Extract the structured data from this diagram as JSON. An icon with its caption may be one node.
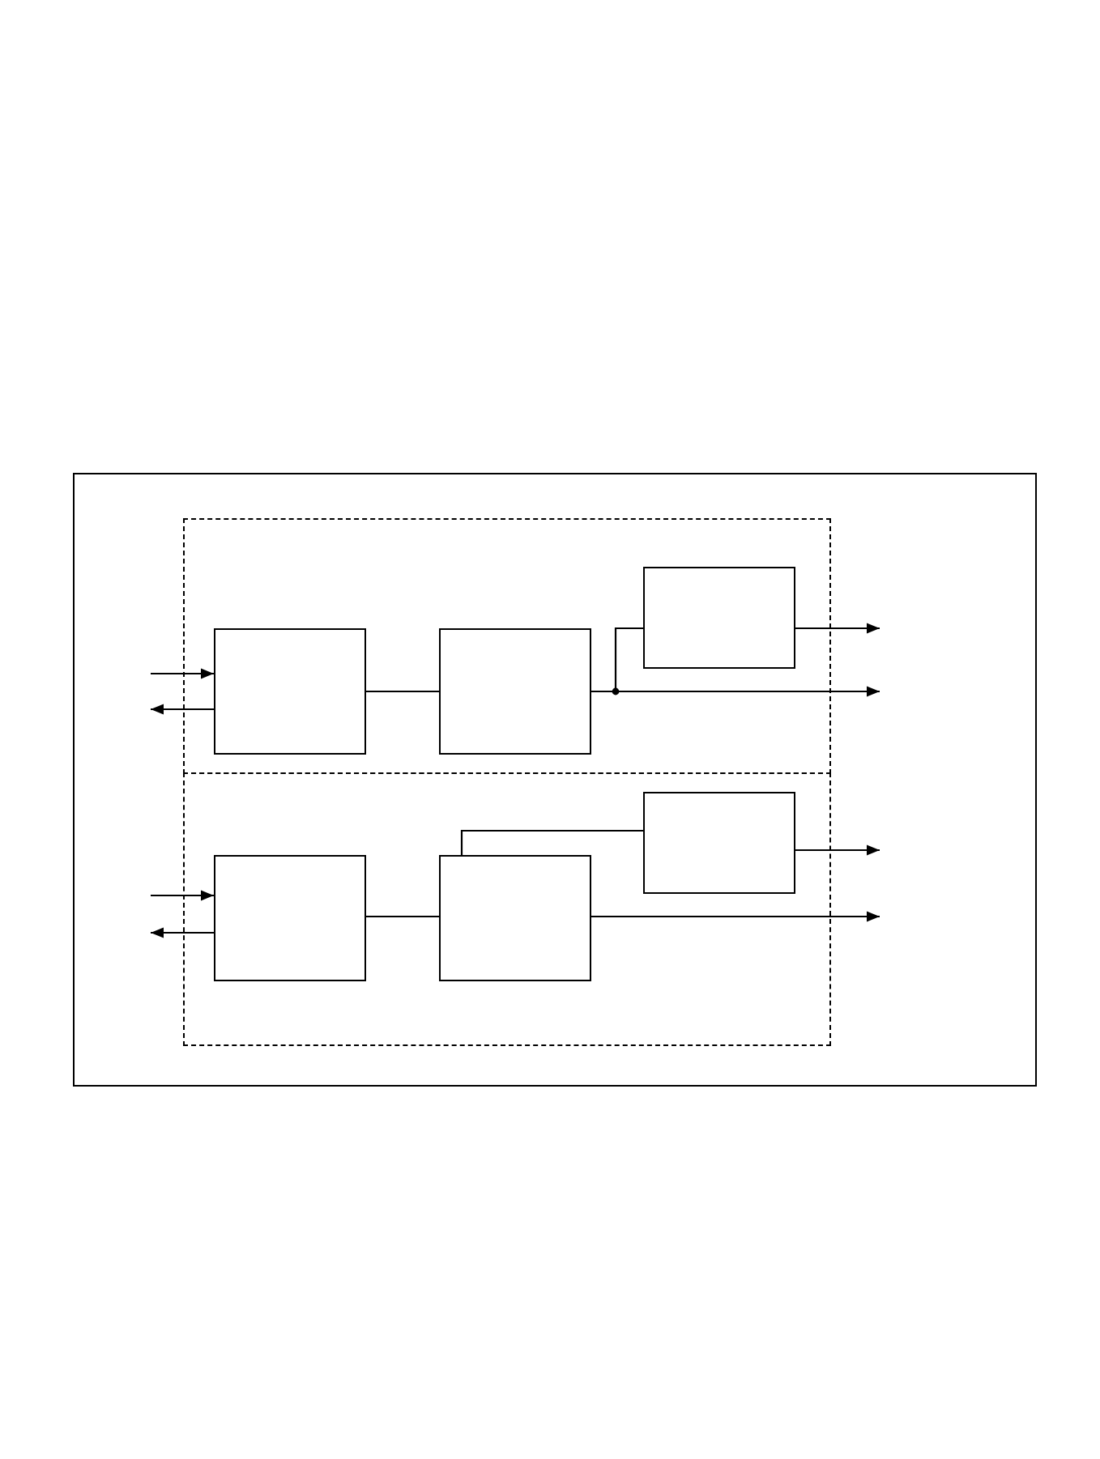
{
  "diagram": {
    "nodes": [
      {
        "text": [],
        "shape": "box"
      },
      {
        "text": [],
        "shape": "box",
        "in": 0
      },
      {
        "text": [],
        "shape": "box",
        "in": 1
      },
      {
        "text": [],
        "shape": "box",
        "in": 1
      },
      {
        "text": [],
        "shape": "box",
        "in": 1
      },
      {
        "text": [],
        "shape": "box",
        "in": 0
      },
      {
        "text": [],
        "shape": "box",
        "in": 5
      },
      {
        "text": [],
        "shape": "box",
        "in": 5
      },
      {
        "text": [],
        "shape": "box",
        "in": 5
      }
    ],
    "edges": [
      {
        "from": null,
        "to": 2,
        "arrow": "to"
      },
      {
        "from": 2,
        "to": null,
        "arrow": "to"
      },
      {
        "from": 2,
        "to": 3,
        "arrow": "none"
      },
      {
        "from": 3,
        "to": 4,
        "arrow": "none"
      },
      {
        "from": 3,
        "to": null,
        "arrow": "to"
      },
      {
        "from": 4,
        "to": null,
        "arrow": "to"
      },
      {
        "from": null,
        "to": 6,
        "arrow": "to"
      },
      {
        "from": 6,
        "to": null,
        "arrow": "to"
      },
      {
        "from": 6,
        "to": 7,
        "arrow": "none"
      },
      {
        "from": 7,
        "to": 8,
        "arrow": "none"
      },
      {
        "from": 8,
        "to": null,
        "arrow": "to"
      },
      {
        "from": 7,
        "to": null,
        "arrow": "to"
      }
    ]
  }
}
